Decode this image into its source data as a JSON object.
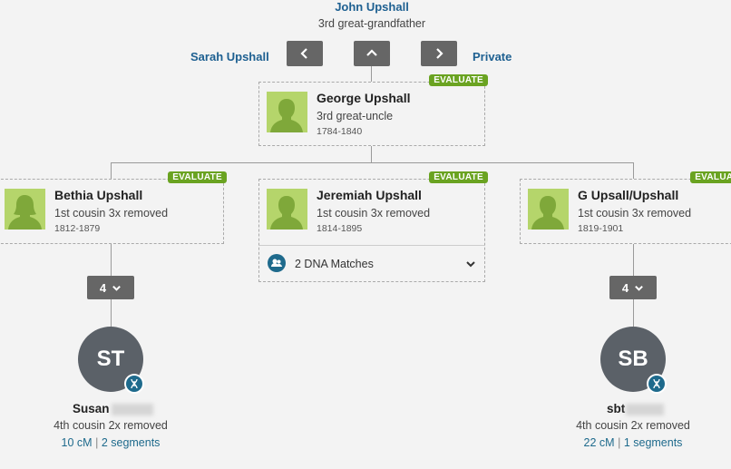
{
  "header": {
    "ancestor_name": "John Upshall",
    "ancestor_relation": "3rd great-grandfather",
    "left_link": "Sarah Upshall",
    "right_link": "Private"
  },
  "focus": {
    "name": "George Upshall",
    "relation": "3rd great-uncle",
    "dates": "1784-1840",
    "badge": "EVALUATE"
  },
  "children": [
    {
      "name": "Bethia Upshall",
      "relation": "1st cousin 3x removed",
      "dates": "1812-1879",
      "badge": "EVALUATE"
    },
    {
      "name": "Jeremiah Upshall",
      "relation": "1st cousin 3x removed",
      "dates": "1814-1895",
      "badge": "EVALUATE",
      "dna_matches": "2 DNA Matches"
    },
    {
      "name": "G Upsall/Upshall",
      "relation": "1st cousin 3x removed",
      "dates": "1819-1901",
      "badge": "EVALUATE"
    }
  ],
  "generation_counts": [
    "4",
    "4"
  ],
  "matches": [
    {
      "initials": "ST",
      "name": "Susan",
      "relation": "4th cousin 2x removed",
      "cm": "10 cM",
      "separator": "|",
      "segments": "2 segments"
    },
    {
      "initials": "SB",
      "name": "sbt",
      "relation": "4th cousin 2x removed",
      "cm": "22 cM",
      "separator": "|",
      "segments": "1 segments"
    }
  ],
  "colors": {
    "link": "#1e6091",
    "badge": "#6aa321",
    "avatar": "#b5d56b",
    "button": "#666666",
    "circle": "#5b6168"
  }
}
